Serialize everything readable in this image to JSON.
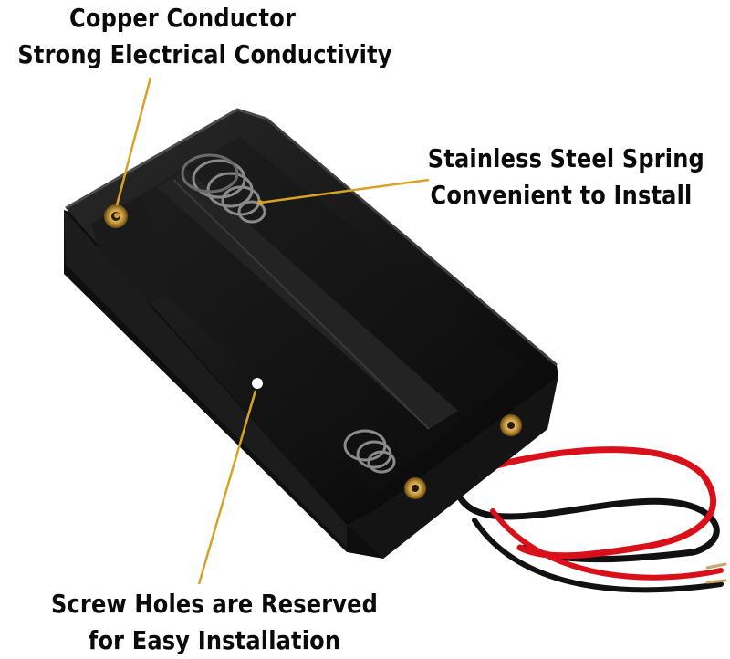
{
  "callouts": {
    "copper": {
      "line1": "Copper Conductor",
      "line2": "Strong Electrical Conductivity"
    },
    "spring": {
      "line1": "Stainless Steel Spring",
      "line2": "Convenient to Install"
    },
    "screw": {
      "line1": "Screw Holes are Reserved",
      "line2": "for Easy Installation"
    }
  },
  "colors": {
    "leader_line": "#d9a227",
    "holder_body": "#141414",
    "wire_red": "#e0101c",
    "wire_black": "#111111",
    "contact_brass": "#c79a3b"
  }
}
